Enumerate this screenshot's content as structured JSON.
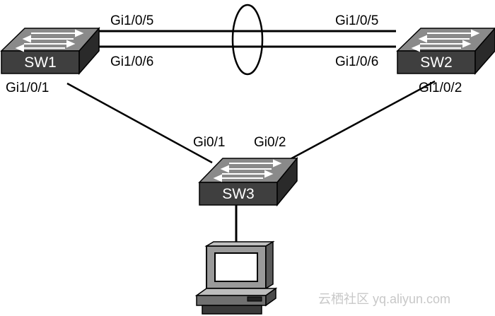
{
  "switches": {
    "sw1": {
      "name": "SW1"
    },
    "sw2": {
      "name": "SW2"
    },
    "sw3": {
      "name": "SW3"
    }
  },
  "ports": {
    "sw1_top": "Gi1/0/5",
    "sw1_bottom": "Gi1/0/6",
    "sw1_down": "Gi1/0/1",
    "sw2_top": "Gi1/0/5",
    "sw2_bottom": "Gi1/0/6",
    "sw2_down": "Gi1/0/2",
    "sw3_left": "Gi0/1",
    "sw3_right": "Gi0/2"
  },
  "watermark": "云栖社区 yq.aliyun.com",
  "colors": {
    "switch_top": "#888888",
    "switch_front": "#404040",
    "line": "#000000"
  }
}
